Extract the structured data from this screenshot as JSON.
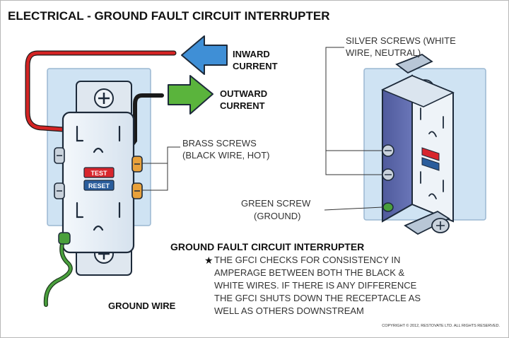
{
  "title": "ELECTRICAL - GROUND FAULT CIRCUIT INTERRUPTER",
  "labels": {
    "inward_line1": "INWARD",
    "inward_line2": "CURRENT",
    "outward_line1": "OUTWARD",
    "outward_line2": "CURRENT",
    "brass_line1": "BRASS SCREWS",
    "brass_line2": "(BLACK WIRE, HOT)",
    "silver_line1": "SILVER SCREWS (WHITE",
    "silver_line2": "WIRE, NEUTRAL)",
    "green_line1": "GREEN SCREW",
    "green_line2": "(GROUND)",
    "ground_wire": "GROUND WIRE"
  },
  "buttons": {
    "test": "TEST",
    "reset": "RESET"
  },
  "note": {
    "heading": "GROUND FAULT CIRCUIT INTERRUPTER",
    "bullet": "★",
    "lines": [
      "THE GFCI CHECKS FOR CONSISTENCY IN",
      "AMPERAGE BETWEEN BOTH THE BLACK &",
      "WHITE WIRES.  IF THERE IS ANY DIFFERENCE",
      "THE GFCI SHUTS DOWN THE RECEPTACLE AS",
      "WELL AS OTHERS DOWNSTREAM"
    ]
  },
  "copyright": "COPYRIGHT © 2012, RESTOVATE LTD. ALL RIGHTS RESERVED.",
  "colors": {
    "inward_arrow": "#3f8fd6",
    "outward_arrow": "#5ab43c",
    "hot_wire_red": "#d42424",
    "hot_wire_black": "#1a1a1a",
    "ground_wire": "#4aa03c",
    "receptacle_face": "#e6eef6",
    "wall_box": "#cfe3f3",
    "brass": "#e9a13a",
    "test_button": "#d8262d",
    "reset_button": "#2a5d9c"
  }
}
